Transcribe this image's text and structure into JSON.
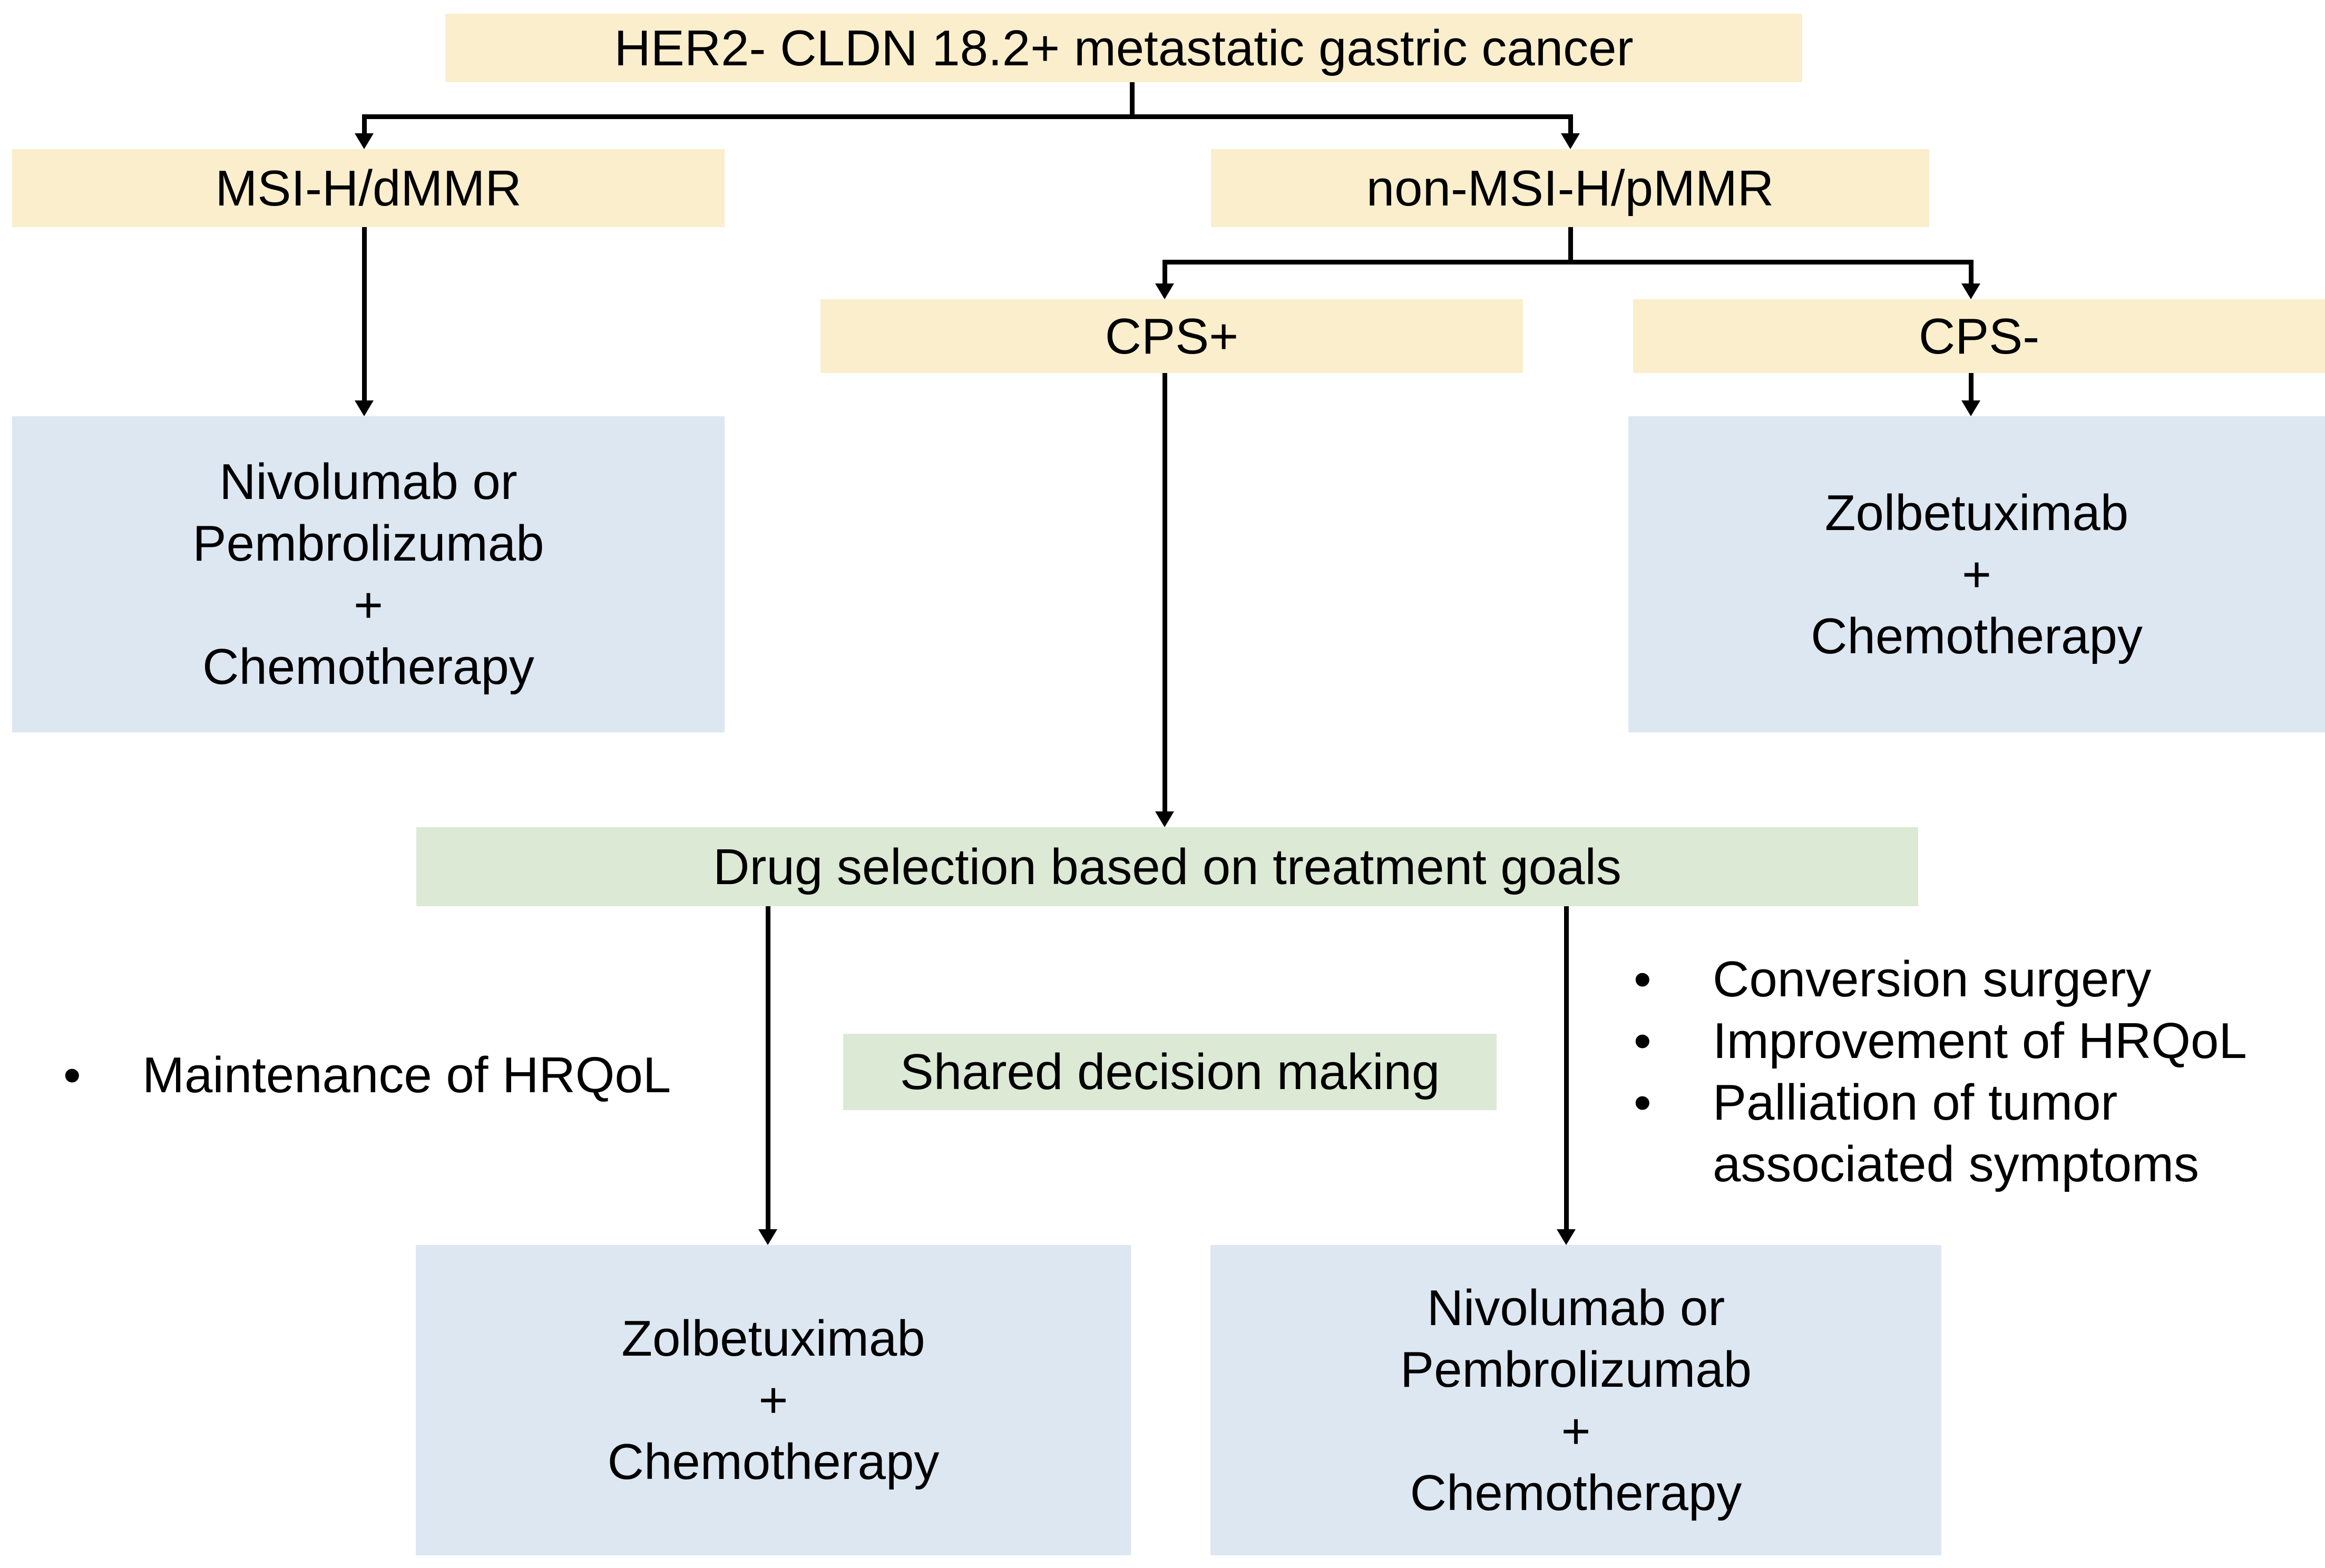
{
  "colors": {
    "yellow": "#FBEECC",
    "blue": "#DCE7F2",
    "green": "#DCE9D5",
    "line": "#000000",
    "text": "#000000",
    "bg": "#FFFFFF"
  },
  "nodes": {
    "root": {
      "label": "HER2- CLDN 18.2+ metastatic gastric cancer"
    },
    "msi": {
      "label": "MSI-H/dMMR"
    },
    "non_msi": {
      "label": "non-MSI-H/pMMR"
    },
    "cps_positive": {
      "label": "CPS+"
    },
    "cps_negative": {
      "label": "CPS-"
    },
    "msi_treatment": {
      "lines": [
        "Nivolumab or",
        "Pembrolizumab",
        "+",
        "Chemotherapy"
      ]
    },
    "cps_negative_treatment": {
      "lines": [
        "Zolbetuximab",
        "+",
        "Chemotherapy"
      ]
    },
    "drug_selection": {
      "label": "Drug selection based on treatment goals"
    },
    "shared_decision": {
      "label": "Shared decision making"
    },
    "goal_left_treatment": {
      "lines": [
        "Zolbetuximab",
        "+",
        "Chemotherapy"
      ]
    },
    "goal_right_treatment": {
      "lines": [
        "Nivolumab or",
        "Pembrolizumab",
        "+",
        "Chemotherapy"
      ]
    }
  },
  "bullets": {
    "marker": "•",
    "left_items": [
      "Maintenance of HRQoL"
    ],
    "right_items": [
      "Conversion surgery",
      "Improvement of HRQoL",
      "Palliation of tumor associated symptoms"
    ]
  }
}
